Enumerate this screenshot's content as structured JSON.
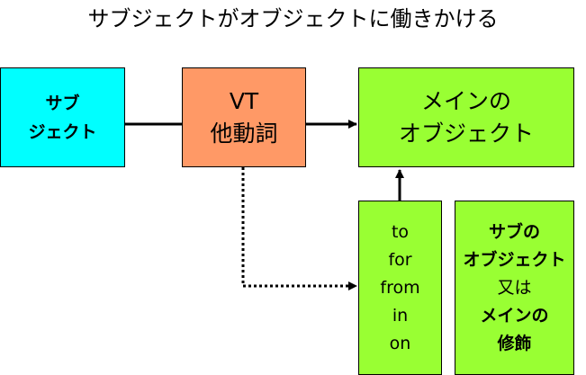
{
  "title": "サブジェクトがオブジェクトに働きかける",
  "colors": {
    "subject_box": "#00FFFF",
    "verb_box": "#FF9966",
    "object_boxes": "#99FF33",
    "lines": "#000000"
  },
  "boxes": {
    "subject": {
      "line1": "サブ",
      "line2": "ジェクト"
    },
    "verb": {
      "line1": "VT",
      "line2": "他動詞"
    },
    "main_object": {
      "line1": "メインの",
      "line2": "オブジェクト"
    },
    "prepositions": [
      "to",
      "for",
      "from",
      "in",
      "on"
    ],
    "sub_object": {
      "line1": "サブの",
      "line2": "オブジェクト",
      "line3": "又は",
      "line4": "メインの",
      "line5": "修飾"
    }
  }
}
